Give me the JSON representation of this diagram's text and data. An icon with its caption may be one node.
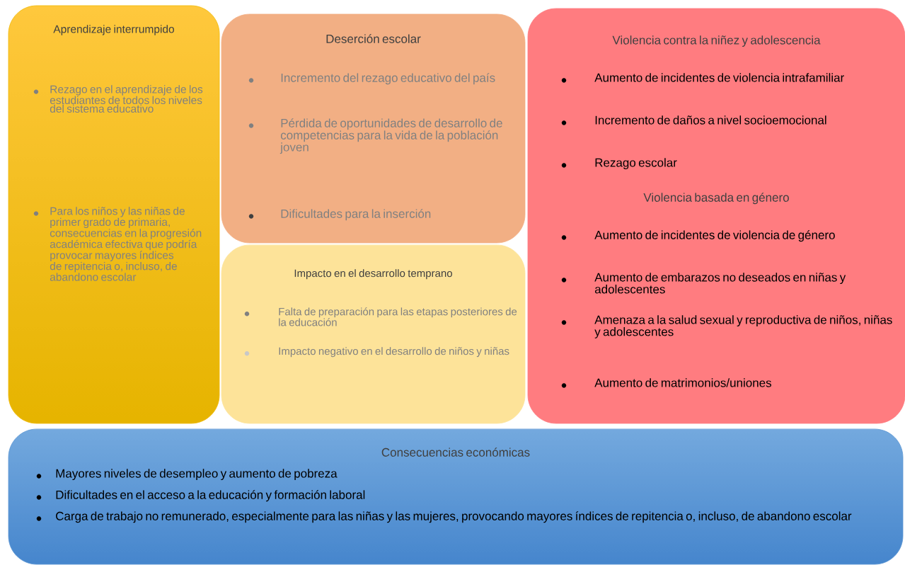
{
  "diagram": {
    "nodes": [
      {
        "text": [
          "Aprendizaje interrumpido",
          "Rezago en el aprendizaje de los estudiantes de todos los niveles del sistema educativo",
          "Para los niños y las niñas de primer grado de primaria, consecuencias en la progresión académica efectiva que podría provocar mayores índices de repitencia o, incluso, de abandono escolar"
        ]
      },
      {
        "text": [
          "Deserción escolar",
          "Incremento del rezago educativo del país",
          "Pérdida de oportunidades de desarrollo de competencias para la vida de la población joven",
          "Dificultades para la inserción"
        ]
      },
      {
        "text": [
          "Impacto en el desarrollo temprano",
          "Falta de preparación para las etapas posteriores de la educación",
          "Impacto negativo en el desarrollo de niños y niñas"
        ]
      },
      {
        "text": [
          "Violencia contra la niñez y adolescencia",
          "Aumento de incidentes de violencia intrafamiliar",
          "Incremento de daños a nivel socioemocional",
          "Rezago escolar",
          "Violencia basada en género",
          "Aumento de incidentes de violencia de género",
          "Aumento de embarazos no deseados en niñas y adolescentes",
          "Amenaza a la salud sexual y reproductiva de niños, niñas y adolescentes",
          "Aumento de matrimonios/uniones"
        ]
      },
      {
        "text": [
          "Consecuencias económicas",
          "Mayores niveles de desempleo y aumento de pobreza",
          "Dificultades en el acceso a la educación y formación laboral",
          "Carga de trabajo no remunerado, especialmente para las niñas y las mujeres, provocando mayores índices de repitencia o, incluso, de abandono escolar"
        ]
      }
    ]
  }
}
